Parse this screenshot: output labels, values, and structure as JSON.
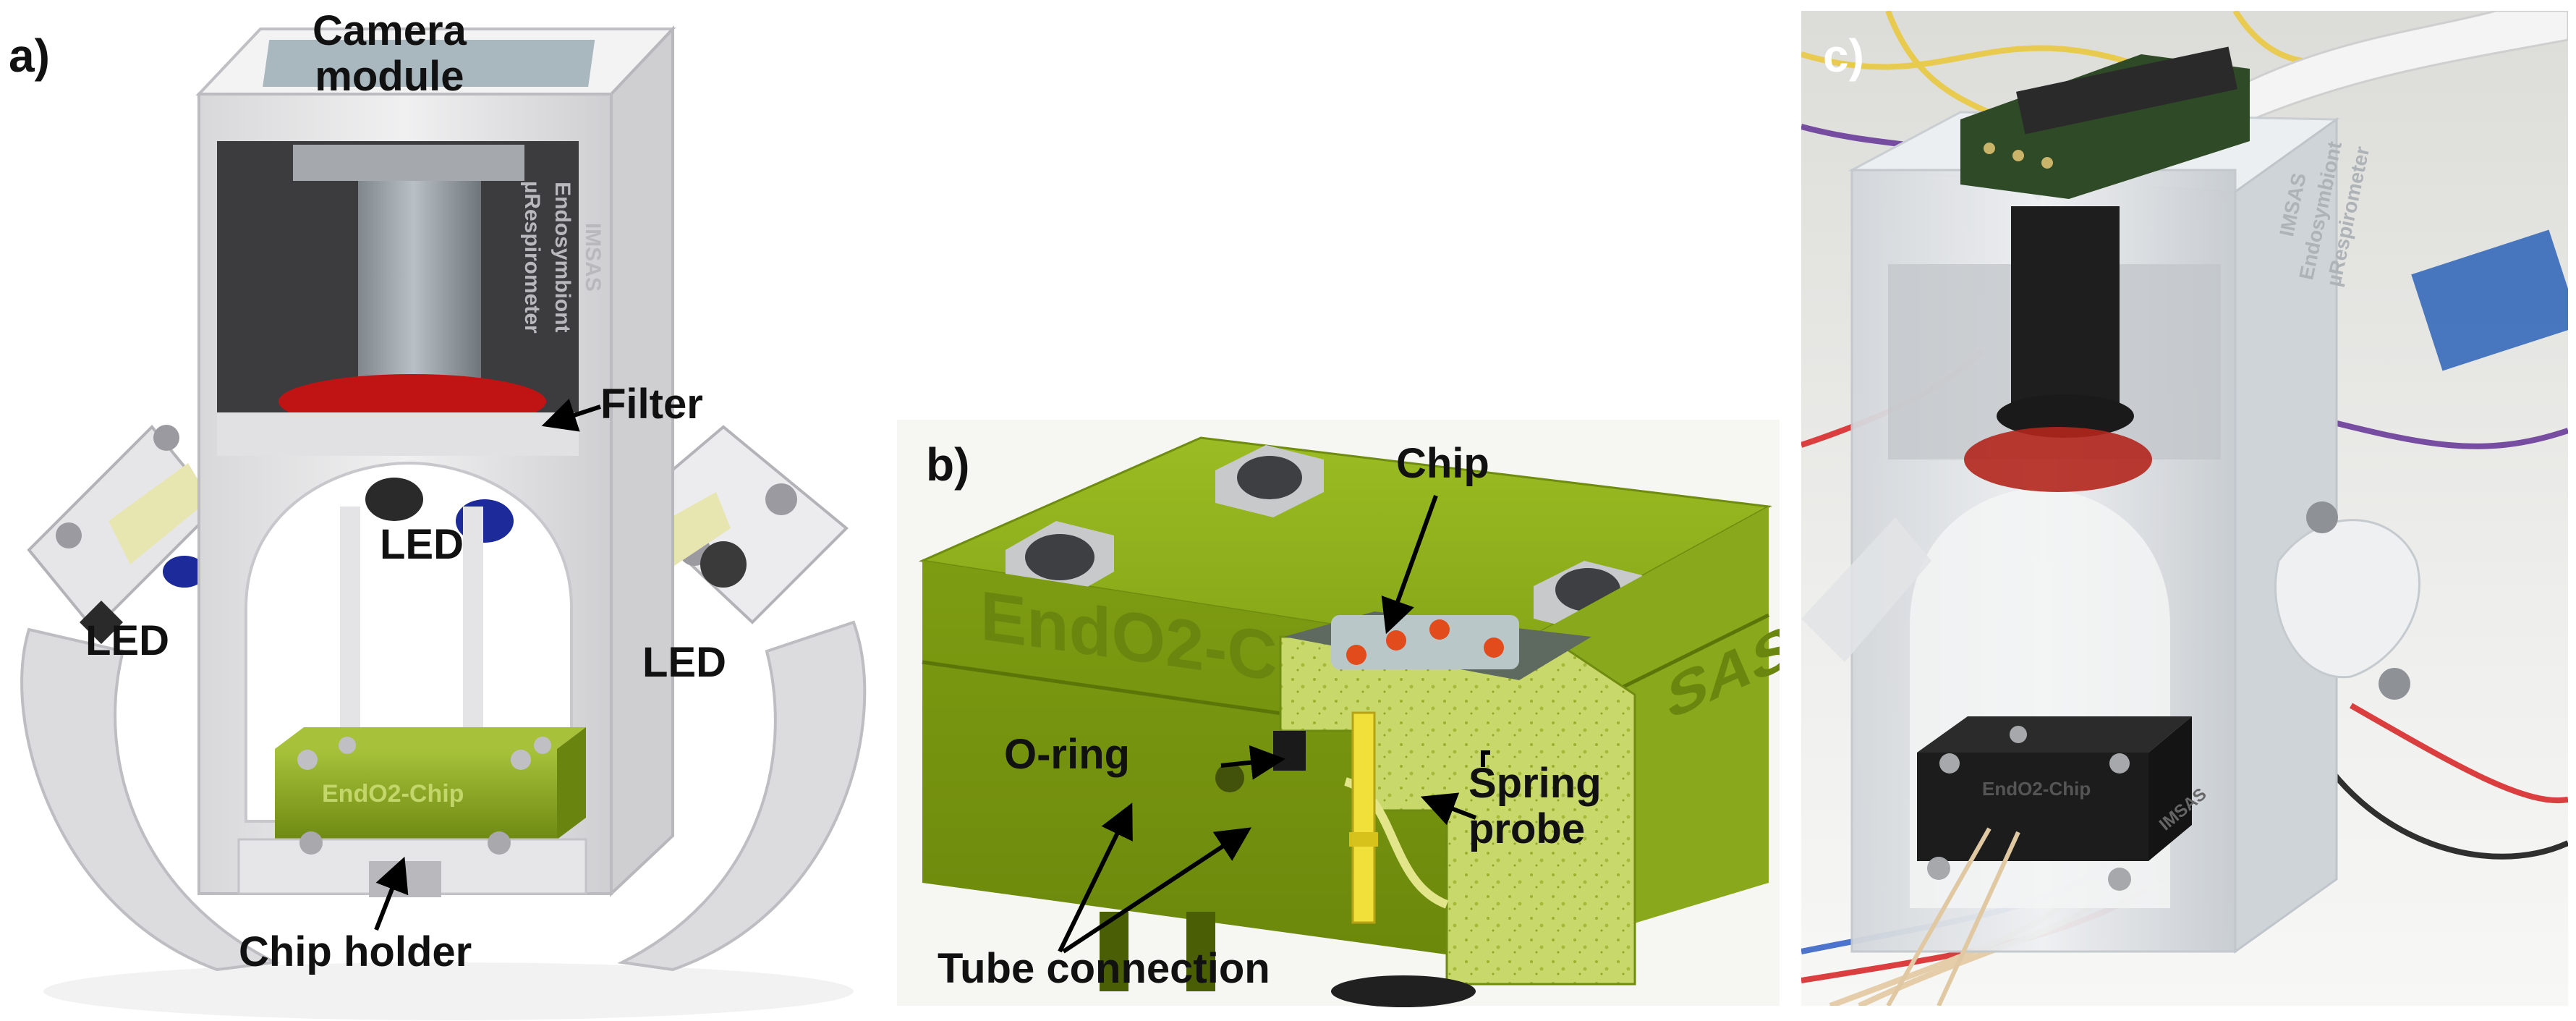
{
  "panels": {
    "a": {
      "label": "a)",
      "annotations": {
        "camera_module": "Camera\nmodule",
        "filter": "Filter",
        "led_center": "LED",
        "led_left": "LED",
        "led_right": "LED",
        "chip_holder": "Chip holder"
      },
      "engravings": {
        "side": "IMSAS\nEndosymbiont\nµRespirometer",
        "chip": "EndO2-Chip"
      }
    },
    "b": {
      "label": "b)",
      "annotations": {
        "chip": "Chip",
        "o_ring": "O-ring",
        "spring_probe": "Spring\nprobe",
        "tube_connection": "Tube connection"
      },
      "engravings": {
        "front_left": "EndO2-C",
        "front_right": "SAS"
      }
    },
    "c": {
      "label": "c)",
      "engravings": {
        "side": "IMSAS\nEndosymbiont\nµRespirometer",
        "chip": "EndO2-Chip",
        "chip_brand": "IMSAS"
      }
    }
  },
  "colors": {
    "housing_white": "#e9e9eb",
    "holder_green": "#8fae1f",
    "filter_red": "#c01414",
    "led_blue": "#1c2a9a",
    "pcb_green": "#2f4a26",
    "acrylic": "#e6e9ec"
  }
}
